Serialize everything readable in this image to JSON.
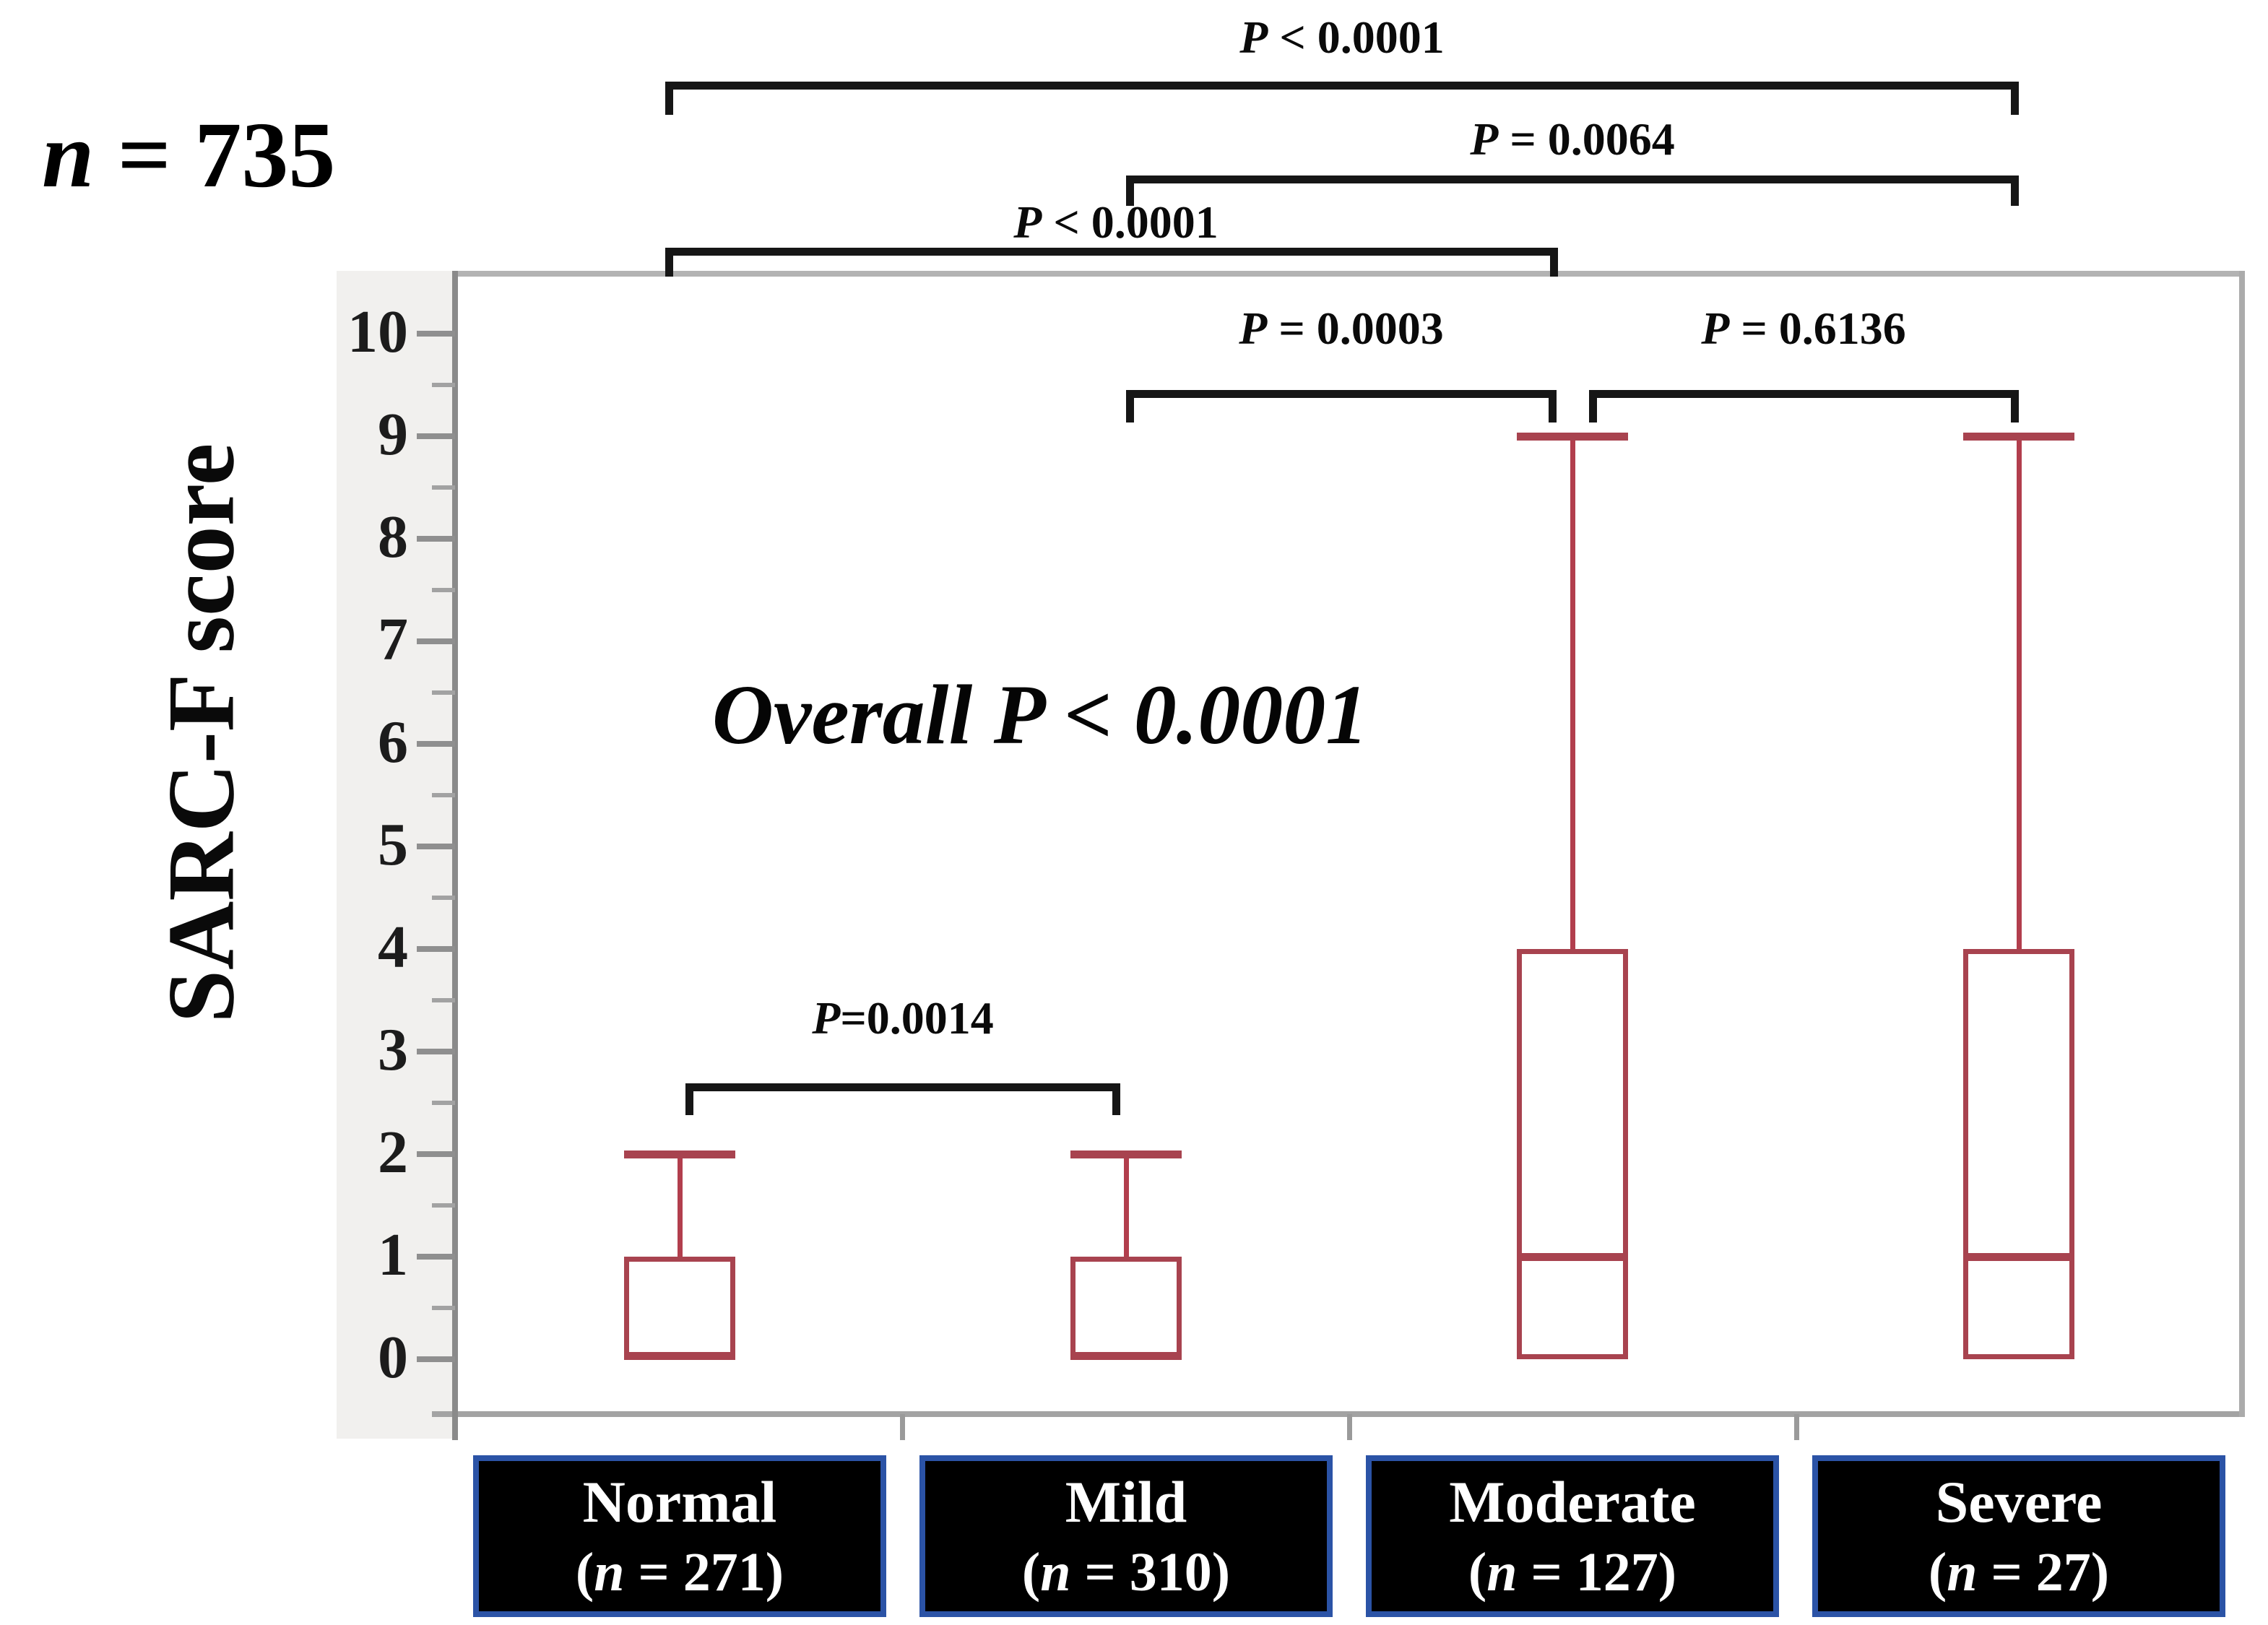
{
  "annotations": {
    "sample_size": {
      "var": "n",
      "rest": " = 735"
    },
    "overall_p": "Overall P < 0.0001"
  },
  "chart_data": {
    "type": "box",
    "title": "",
    "xlabel": "",
    "ylabel": "SARC-F score",
    "ylim": [
      0,
      10
    ],
    "grid": false,
    "legend": "none",
    "yticks": [
      "10",
      "9",
      "8",
      "7",
      "6",
      "5",
      "4",
      "3",
      "2",
      "1",
      "0"
    ],
    "groups": [
      {
        "name": "Normal",
        "n": 271,
        "count_label": {
          "open": "(",
          "var": "n",
          "rest": " = 271)"
        },
        "box": {
          "min": 0,
          "q1": 0,
          "median": 0,
          "q3": 1,
          "max": 2
        }
      },
      {
        "name": "Mild",
        "n": 310,
        "count_label": {
          "open": "(",
          "var": "n",
          "rest": " = 310)"
        },
        "box": {
          "min": 0,
          "q1": 0,
          "median": 0,
          "q3": 1,
          "max": 2
        }
      },
      {
        "name": "Moderate",
        "n": 127,
        "count_label": {
          "open": "(",
          "var": "n",
          "rest": " = 127)"
        },
        "box": {
          "min": 0,
          "q1": 0,
          "median": 1,
          "q3": 4,
          "max": 9
        }
      },
      {
        "name": "Severe",
        "n": 27,
        "count_label": {
          "open": "(",
          "var": "n",
          "rest": " = 27)"
        },
        "box": {
          "min": 0,
          "q1": 0,
          "median": 1,
          "q3": 4,
          "max": 9
        }
      }
    ],
    "comparisons": [
      {
        "pair": "Normal vs Severe",
        "p_var": "P",
        "p_rest": " < 0.0001"
      },
      {
        "pair": "Mild vs Severe",
        "p_var": "P",
        "p_rest": " = 0.0064"
      },
      {
        "pair": "Normal vs Moderate",
        "p_var": "P",
        "p_rest": " < 0.0001"
      },
      {
        "pair": "Mild vs Moderate",
        "p_var": "P",
        "p_rest": " = 0.0003"
      },
      {
        "pair": "Moderate vs Severe",
        "p_var": "P",
        "p_rest": " = 0.6136"
      },
      {
        "pair": "Normal vs Mild",
        "p_var": "P",
        "p_rest": "=0.0014"
      }
    ],
    "colors": {
      "box_stroke": "#a8434f",
      "whisker_stem": "#b23e4d",
      "bracket": "#161616",
      "category_box_bg": "#000000",
      "category_box_border": "#2b53a6",
      "category_text": "#ffffff",
      "frame": "#a3a3a3",
      "tick_strip_bg": "#f1f0ee"
    }
  }
}
